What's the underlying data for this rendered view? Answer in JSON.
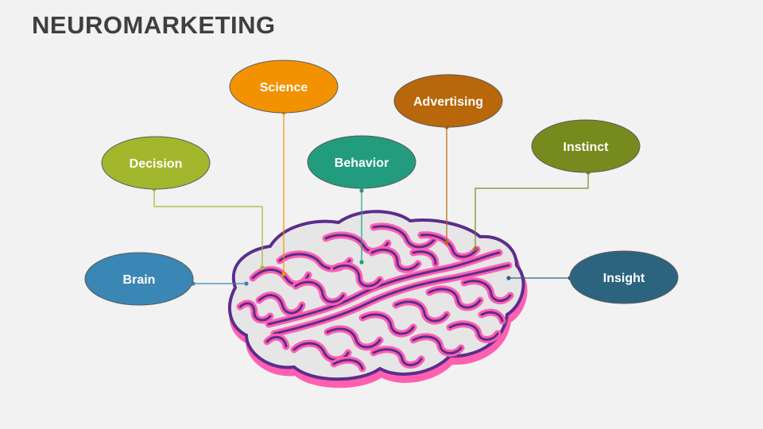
{
  "title": "NEUROMARKETING",
  "bubbles": [
    {
      "id": "science",
      "label": "Science",
      "color": "#f39200"
    },
    {
      "id": "advertising",
      "label": "Advertising",
      "color": "#b8670a"
    },
    {
      "id": "decision",
      "label": "Decision",
      "color": "#a3b72d"
    },
    {
      "id": "behavior",
      "label": "Behavior",
      "color": "#239b7f"
    },
    {
      "id": "instinct",
      "label": "Instinct",
      "color": "#778a1d"
    },
    {
      "id": "brain",
      "label": "Brain",
      "color": "#3a86b4"
    },
    {
      "id": "insight",
      "label": "Insight",
      "color": "#2c6480"
    }
  ],
  "colors": {
    "brain_fill": "#ff5fb0",
    "brain_outline": "#5b2d8c",
    "brain_inner": "#e6e6e6",
    "connector": "#2c6b5c"
  }
}
